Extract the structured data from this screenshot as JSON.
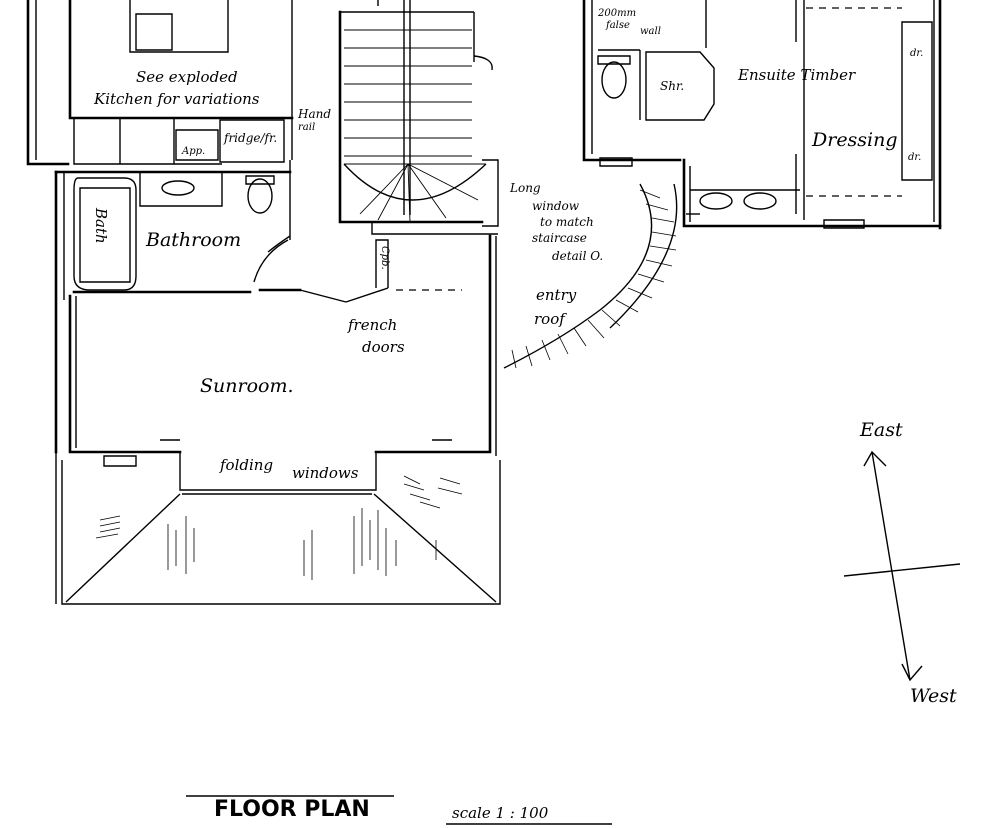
{
  "labels": {
    "kitchen_note_1": "See exploded",
    "kitchen_note_2": "Kitchen for variations",
    "app": "App.",
    "fridge": "fridge/fr.",
    "hand_rail": "Hand",
    "hand_rail_2": "rail",
    "bath": "Bath",
    "bathroom": "Bathroom",
    "cupboard": "Cpb.",
    "long_window_1": "Long",
    "long_window_2": "window",
    "long_window_3": "to match",
    "long_window_4": "staircase",
    "long_window_5": "detail O.",
    "entry_roof_1": "entry",
    "entry_roof_2": "roof",
    "french_doors_1": "french",
    "french_doors_2": "doors",
    "sunroom": "Sunroom.",
    "folding_windows_1": "folding",
    "folding_windows_2": "windows",
    "false_wall_1": "200mm",
    "false_wall_2": "false",
    "false_wall_3": "wall",
    "shower": "Shr.",
    "ensuite": "Ensuite Timber",
    "dressing": "Dressing",
    "dr_1": "dr.",
    "dr_2": "dr.",
    "east": "East",
    "west": "West",
    "title": "FLOOR PLAN",
    "scale": "scale  1 : 100"
  }
}
